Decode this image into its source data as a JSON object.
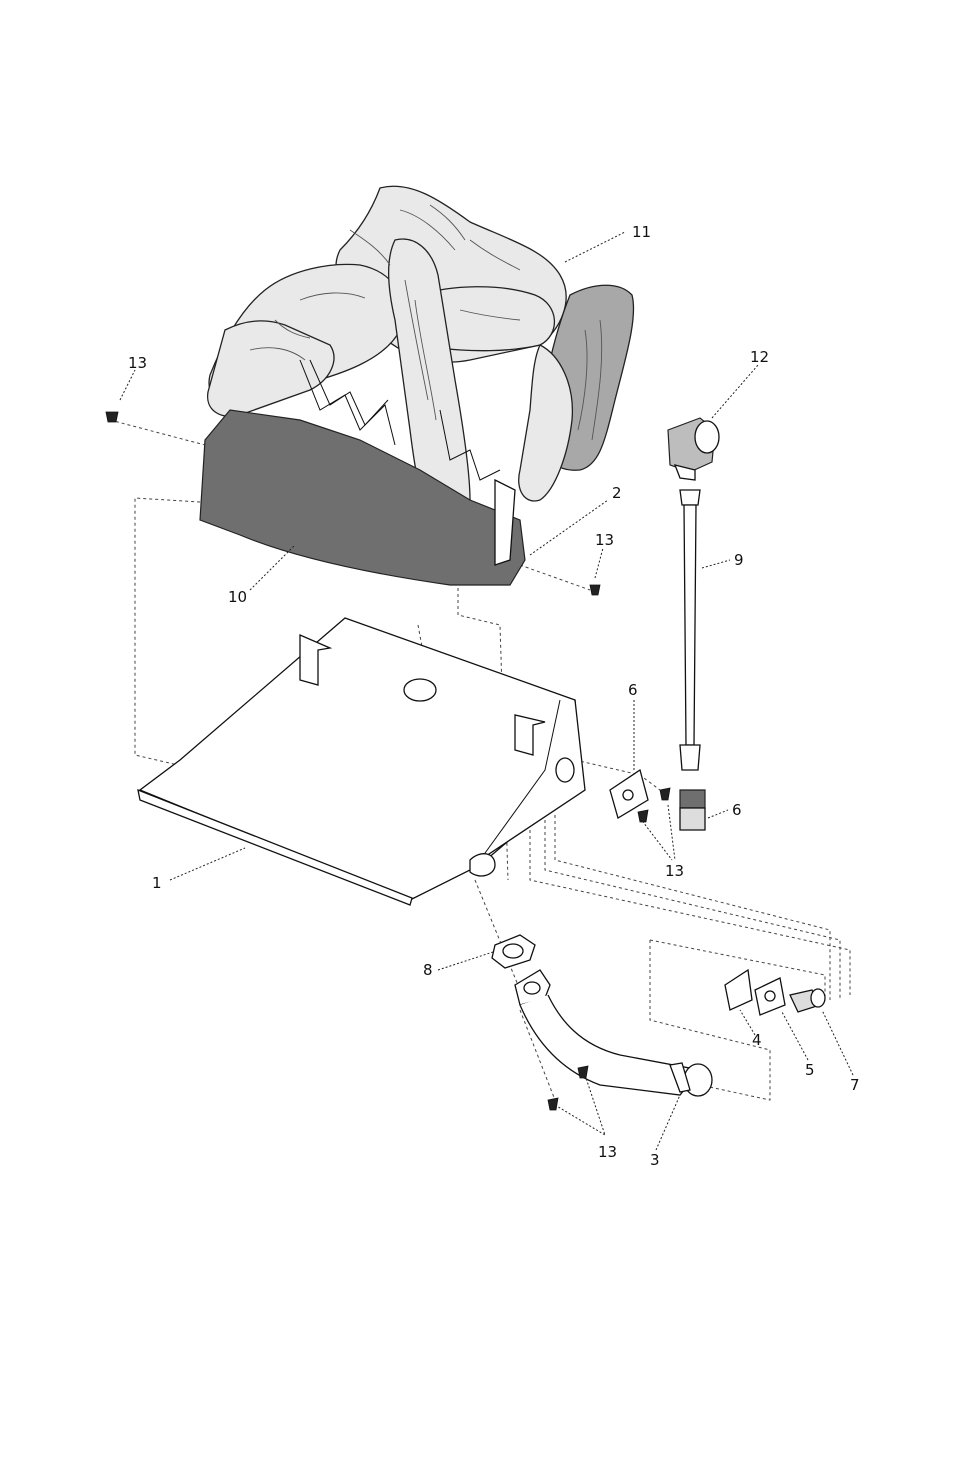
{
  "callouts": {
    "c1": "1",
    "c2": "2",
    "c3": "3",
    "c4": "4",
    "c5": "5",
    "c6a": "6",
    "c6b": "6",
    "c7": "7",
    "c8": "8",
    "c9": "9",
    "c10": "10",
    "c11": "11",
    "c12": "12",
    "c13a": "13",
    "c13b": "13",
    "c13c": "13",
    "c13d": "13"
  }
}
